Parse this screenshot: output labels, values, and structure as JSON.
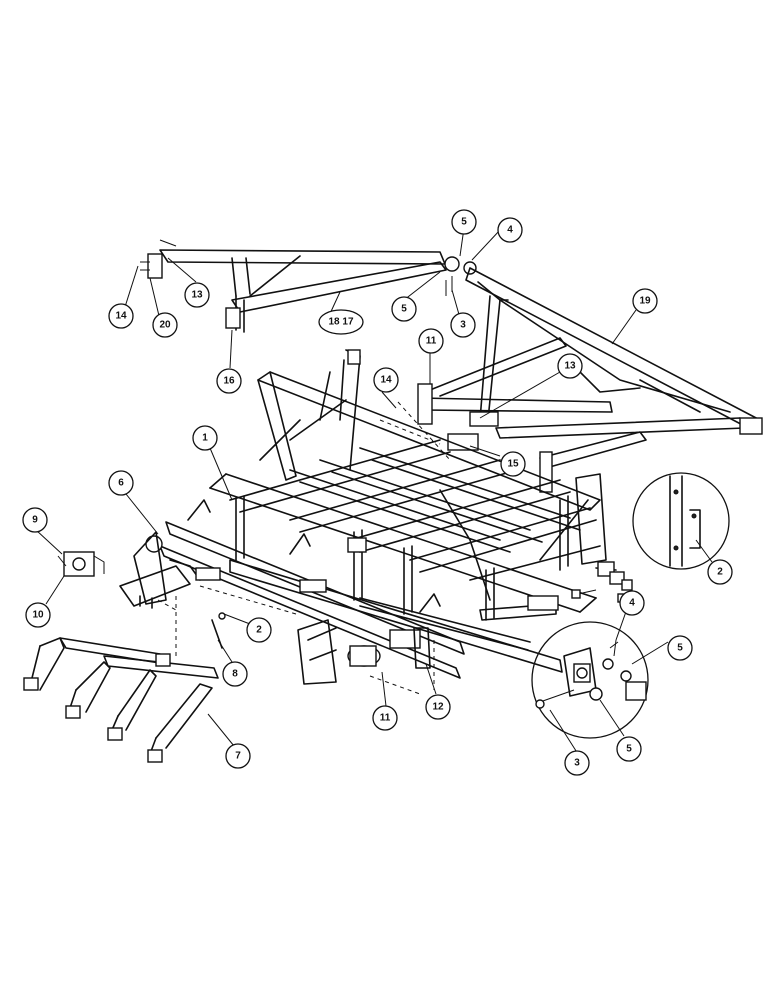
{
  "figure": {
    "callouts": [
      {
        "id": "c1",
        "label": "1"
      },
      {
        "id": "c2a",
        "label": "2"
      },
      {
        "id": "c2b",
        "label": "2"
      },
      {
        "id": "c3a",
        "label": "3"
      },
      {
        "id": "c3b",
        "label": "3"
      },
      {
        "id": "c4a",
        "label": "4"
      },
      {
        "id": "c4b",
        "label": "4"
      },
      {
        "id": "c5a",
        "label": "5"
      },
      {
        "id": "c5b",
        "label": "5"
      },
      {
        "id": "c5c",
        "label": "5"
      },
      {
        "id": "c5d",
        "label": "5"
      },
      {
        "id": "c6",
        "label": "6"
      },
      {
        "id": "c7",
        "label": "7"
      },
      {
        "id": "c8",
        "label": "8"
      },
      {
        "id": "c9",
        "label": "9"
      },
      {
        "id": "c10",
        "label": "10"
      },
      {
        "id": "c11a",
        "label": "11"
      },
      {
        "id": "c11b",
        "label": "11"
      },
      {
        "id": "c12",
        "label": "12"
      },
      {
        "id": "c13a",
        "label": "13"
      },
      {
        "id": "c13b",
        "label": "13"
      },
      {
        "id": "c14a",
        "label": "14"
      },
      {
        "id": "c14b",
        "label": "14"
      },
      {
        "id": "c15",
        "label": "15"
      },
      {
        "id": "c16",
        "label": "16"
      },
      {
        "id": "c17",
        "label": "18 17"
      },
      {
        "id": "c19",
        "label": "19"
      },
      {
        "id": "c20",
        "label": "20"
      }
    ]
  }
}
